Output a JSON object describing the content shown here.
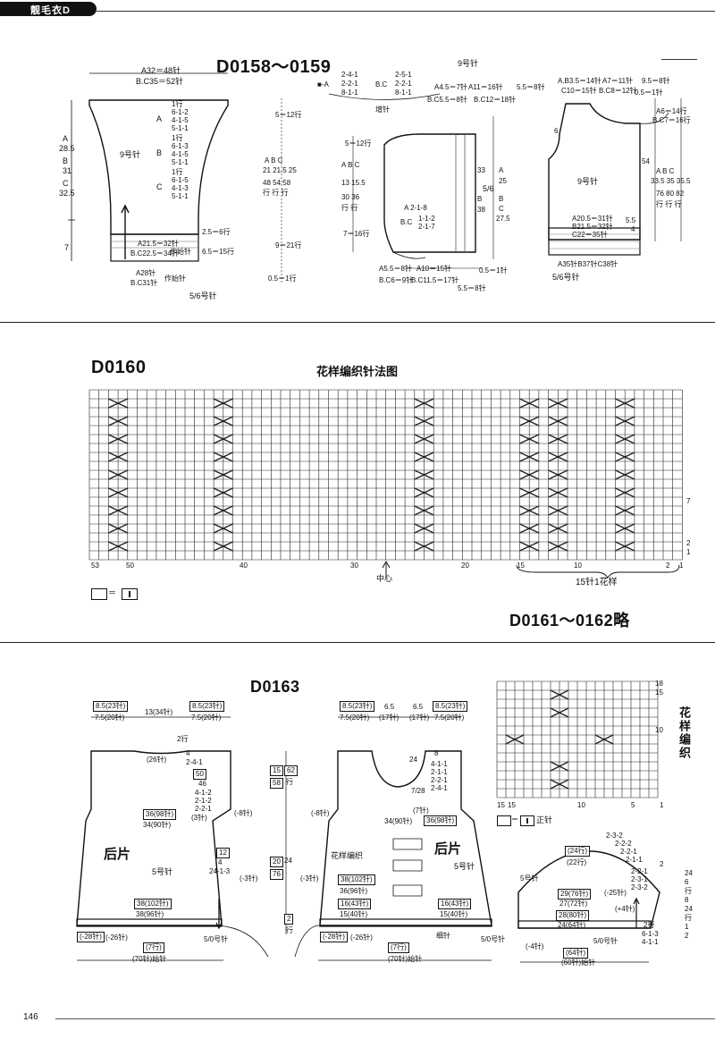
{
  "header": {
    "series": "靓毛衣D"
  },
  "sec1": {
    "code": "D0158～0159",
    "a32": "A32＝48针",
    "bc35": "B.C35＝52针",
    "a285": "28.5",
    "b31": "31",
    "c325": "32.5",
    "a_side": "A",
    "b_side": "B",
    "c_side": "C",
    "r7": "7",
    "bodyNeedle": "9号针",
    "decA": [
      "1行",
      "6-1-2",
      "4-1-5",
      "5-1-1"
    ],
    "decB": [
      "1行",
      "6-1-3",
      "4-1-5",
      "5-1-1"
    ],
    "decC": [
      "1行",
      "6-1-5",
      "4-1-3",
      "5-1-1"
    ],
    "lA": "A",
    "lB": "B",
    "lC": "C",
    "a215": "A21.5＝32针",
    "bc225": "B.C22.5＝34针",
    "castOn1": "作始针",
    "a28": "A28针",
    "bc31": "B.C31针",
    "castOn2": "作始针",
    "ribNeedle": "5/6号针",
    "r25": "2.5＝6行",
    "r65": "6.5＝15行",
    "m5": "5＝12行",
    "m9": "9＝21行",
    "m05": "0.5＝1行",
    "colAbc": "A  B  C",
    "mid1": "21  21.5  25",
    "mid2": "48  54  58",
    "mid3": "行  行  行",
    "inc1": [
      "2-4-1",
      "2-2-1",
      "8-1-1"
    ],
    "inc2": [
      "2-5-1",
      "2-2-1",
      "8-1-1"
    ],
    "incA": "■-A",
    "incBC": "B.C",
    "incLabel": "增针",
    "sNeedle": "9号针",
    "sA45": "A4.5＝7针",
    "sA11": "A11＝16针",
    "s55": "5.5＝8针",
    "sBC55": "B.C5.5＝8针",
    "sBC12": "B.C12＝18针",
    "s5": "5＝12行",
    "s7": "7＝16行",
    "sABC": "A  B  C",
    "s13": "13  15.5",
    "s30": "30  36",
    "sRow": "行  行",
    "sDec": "A  2-1-8",
    "sDecBC": "B.C",
    "sDecBC2": [
      "1-1-2",
      "2-1-7"
    ],
    "s33": "33",
    "sB": "B",
    "s38": "38",
    "s56": "5/6",
    "s25": "25",
    "s275": "27.5",
    "sA": "A",
    "sBC": "B",
    "sC": "C",
    "sBot1": "A5.5＝8针",
    "sBot2": "A10＝15针",
    "sBot3": "B.C6＝9针",
    "sBot4": "B.C11.5＝17针",
    "sBot5": "0.5＝1针",
    "sBot6": "5.5＝8针",
    "f1": "A.B3.5＝14针",
    "f2": "A7＝11针",
    "f3": "9.5＝8针",
    "f4": "C10＝15针",
    "f5": "B.C8＝12针",
    "f6": "0.5＝1针",
    "fNeedle": "9号针",
    "f6l": "6",
    "fA6": "A6＝14行",
    "fBC7": "B.C7＝16行",
    "fS1": "A  B  C",
    "fS2": "33.5  35  35.5",
    "fS3": "76  80  82",
    "fS4": "行  行  行",
    "fA205": "A20.5＝31针",
    "fB215": "B21.5＝32针",
    "fC22": "C22＝35针",
    "fBot": "A35针B37针C38针",
    "fRib": "5/6号针",
    "f55": "5.5",
    "f4l": "4",
    "f54": "54"
  },
  "sec2": {
    "code": "D0160",
    "chartTitle": "花样编织针法图",
    "axis": [
      "53",
      "50",
      "40",
      "30",
      "20",
      "15",
      "10",
      "2",
      "1"
    ],
    "center": "中心",
    "repeat": "15针1花样",
    "rightLabels": [
      "7",
      "2",
      "1"
    ],
    "legendEq": "＝",
    "omit": "D0161～0162略"
  },
  "sec3": {
    "code": "D0163",
    "back": {
      "t1": "8.5(23针)",
      "t2": "13(34针)",
      "t3": "8.5(23针)",
      "t4": "7.5(20针)",
      "t5": "7.5(20针)",
      "n26": "(26针)",
      "n2": "2行",
      "n2411": "2-4-1",
      "n4": "4",
      "box50": "50",
      "n46": "46",
      "d1": [
        "4-1-2",
        "2-1-2",
        "2-2-1"
      ],
      "b36": "36(98针)",
      "b34": "34(90针)",
      "n3": "(3针)",
      "n8": "(-8针)",
      "title": "后片",
      "needle": "5号针",
      "box12": "12",
      "n4b": "4",
      "n2413": "24-1-3",
      "b38": "38(102针)",
      "b38b": "38(96针)",
      "rib1": "(-28针)",
      "rib2": "(-26针)",
      "rib3": "(7行)",
      "ribN": "5/0号针",
      "bot": "(70针)始针"
    },
    "backR": {
      "r15": "15",
      "r58": "58",
      "r62": "62",
      "r行": "行",
      "r20": "20",
      "r76": "76",
      "r24": "24",
      "r4": "(-3针)",
      "r2": "2",
      "r行2": "行"
    },
    "front": {
      "t1": "8.5(23针)",
      "t2": "6.5",
      "t3": "6.5",
      "t4": "8.5(23针)",
      "t5": "7.5(20针)",
      "t6": "(17针)",
      "t7": "(17针)",
      "t8": "7.5(20针)",
      "n24": "24",
      "n8": "8",
      "n728": "7/28",
      "dec": [
        "4-1-1",
        "2-1-1",
        "2-2-1",
        "2-4-1"
      ],
      "n7": "(7针)",
      "b34": "34(90针)",
      "b36": "36(98针)",
      "n8l": "(-8针)",
      "title": "后片",
      "needle": "5号针",
      "pattern": "花样编织",
      "b38": "38(102针)",
      "b36b": "36(96针)",
      "b16": "16(43针)",
      "b15": "15(40针)",
      "rib1": "(-28针)",
      "rib2": "(-26针)",
      "rib3": "(7行)",
      "ribN": "5/0号针",
      "n细针": "细针",
      "bot": "(70针)始针",
      "n3": "(-3针)"
    },
    "chart": {
      "top1": "18",
      "top2": "15",
      "bot": [
        "15",
        "15",
        "10",
        "5",
        "1"
      ],
      "side": "10",
      "title": "花样编织",
      "legendEq": "＝",
      "legendText": "正针"
    },
    "sleeve": {
      "needle": "5号针",
      "n24": "(24行)",
      "n22": "(22行)",
      "dec": [
        "2-3-2",
        "2-2-2",
        "2-2-1",
        "2-1-1"
      ],
      "br": "2",
      "dec2": [
        "2-2-1",
        "2-3-1",
        "2-3-2"
      ],
      "b29": "29(76针)",
      "b27": "27(72针)",
      "n25": "(-25针)",
      "b28": "28(80针)",
      "b24": "24(64针)",
      "n4": "(+4针)",
      "n2": "2行",
      "d": [
        "6-1-3",
        "4-1-1"
      ],
      "rib": "(64针)",
      "ribN": "5/0号针",
      "bot": "(60针)始针",
      "n4l": "(-4针)",
      "side": [
        "24",
        "6",
        "行",
        "8",
        "24",
        "行",
        "1",
        "2"
      ]
    }
  },
  "footer": {
    "page": "146"
  }
}
